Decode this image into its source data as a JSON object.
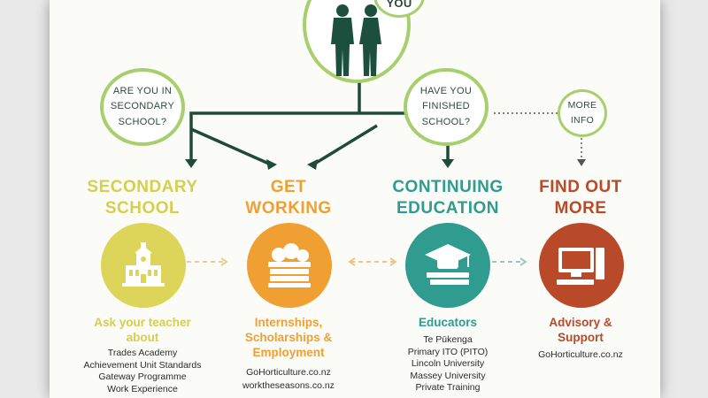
{
  "top_badge": {
    "text": "YOU"
  },
  "questions": {
    "secondary": [
      "ARE YOU IN",
      "SECONDARY",
      "SCHOOL?"
    ],
    "finished": [
      "HAVE YOU",
      "FINISHED",
      "SCHOOL?"
    ],
    "more_info": [
      "MORE",
      "INFO"
    ]
  },
  "columns": [
    {
      "key": "secondary-school",
      "color": "#d6cf4e",
      "heading": [
        "SECONDARY",
        "SCHOOL"
      ],
      "icon": "school-building-icon",
      "subheading": [
        "Ask your teacher",
        "about"
      ],
      "items": [
        "Trades Academy",
        "Achievement Unit Standards",
        "Gateway Programme",
        "Work Experience"
      ]
    },
    {
      "key": "get-working",
      "color": "#f0a033",
      "heading": [
        "GET",
        "WORKING"
      ],
      "icon": "produce-crate-icon",
      "subheading": [
        "Internships,",
        "Scholarships &",
        "Employment"
      ],
      "items": [
        "GoHorticulture.co.nz",
        "worktheseasons.co.nz"
      ]
    },
    {
      "key": "continuing-education",
      "color": "#2f9c8f",
      "heading": [
        "CONTINUING",
        "EDUCATION"
      ],
      "icon": "graduation-cap-books-icon",
      "subheading": [
        "Educators"
      ],
      "items": [
        "Te Pūkenga",
        "Primary ITO (PITO)",
        "Lincoln University",
        "Massey University",
        "Private Training"
      ]
    },
    {
      "key": "find-out-more",
      "color": "#b84a2a",
      "heading": [
        "FIND OUT",
        "MORE"
      ],
      "icon": "computer-icon",
      "subheading": [
        "Advisory &",
        "Support"
      ],
      "items": [
        "GoHorticulture.co.nz"
      ]
    }
  ],
  "colors": {
    "line": "#1f4a3a",
    "bubble_border": "#a7cf6d",
    "people": "#1d4f3e"
  }
}
